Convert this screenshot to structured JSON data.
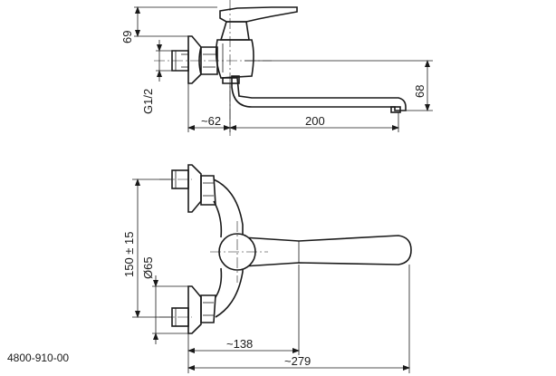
{
  "part_number": "4800-910-00",
  "dimensions": {
    "height_top": "69",
    "thread": "G1/2",
    "wall_offset": "~62",
    "spout_reach": "200",
    "spout_height": "68",
    "center_distance": "150 ± 15",
    "rosette_diameter": "Ø65",
    "lever_reach": "~138",
    "total_length": "~279"
  }
}
